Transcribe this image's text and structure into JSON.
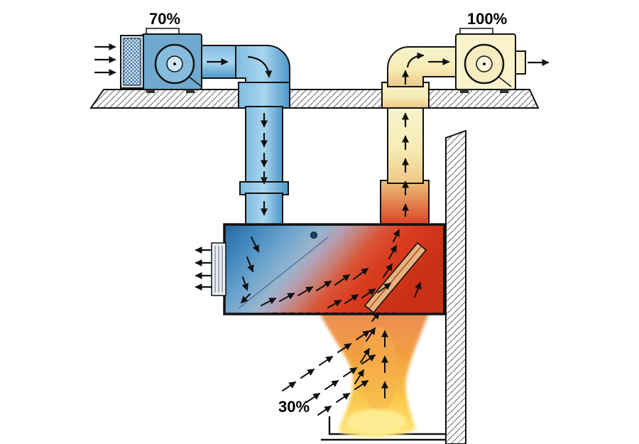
{
  "diagram": {
    "labels": {
      "supply_percent": "70%",
      "exhaust_percent": "100%",
      "makeup_percent": "30%"
    },
    "colors": {
      "background": "#ffffff",
      "supply_fan_blue": "#6fa9d0",
      "supply_duct_blue": "#5fa8d8",
      "exhaust_cream": "#f9f2cc",
      "exhaust_duct_yellow": "#f6ecb4",
      "hood_cool_blue": "#2a6fae",
      "hood_hot_red": "#d63a1f",
      "flame_orange": "#f2a03f",
      "flame_yellow": "#ffe87e",
      "arrow_black": "#111111"
    }
  }
}
